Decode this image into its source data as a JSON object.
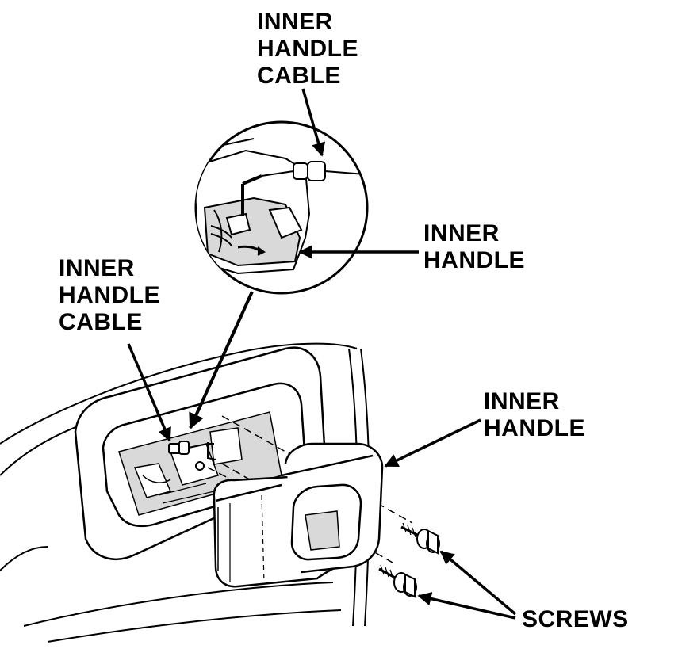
{
  "labels": {
    "top_cable": [
      "INNER",
      "HANDLE",
      "CABLE"
    ],
    "right_handle_top": [
      "INNER",
      "HANDLE"
    ],
    "left_cable": [
      "INNER",
      "HANDLE",
      "CABLE"
    ],
    "right_handle_bottom": [
      "INNER",
      "HANDLE"
    ],
    "screws": "SCREWS"
  },
  "colors": {
    "ink": "#000000",
    "paper": "#ffffff",
    "shading": "#d9d9d9"
  }
}
